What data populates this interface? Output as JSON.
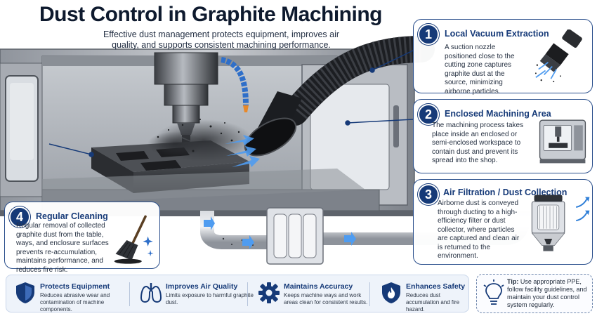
{
  "header": {
    "title": "Dust Control in Graphite Machining",
    "subtitle": "Effective dust management protects equipment, improves air quality, and supports consistent machining performance."
  },
  "cards": [
    {
      "number": "1",
      "title": "Local Vacuum Extraction",
      "text": "A suction nozzle positioned close to the cutting zone captures graphite dust at the source, minimizing airborne particles.",
      "icon": "suction-nozzle-icon"
    },
    {
      "number": "2",
      "title": "Enclosed Machining Area",
      "text": "The machining process takes place inside an enclosed or semi-enclosed workspace to contain dust and prevent its spread into the shop.",
      "icon": "cnc-enclosure-icon"
    },
    {
      "number": "3",
      "title": "Air Filtration / Dust Collection",
      "text": "Airborne dust is conveyed through ducting to a high-efficiency filter or dust collector, where particles are captured and clean air is returned to the environment.",
      "icon": "dust-collector-icon"
    },
    {
      "number": "4",
      "title": "Regular Cleaning",
      "text": "Regular removal of collected graphite dust from the table, ways, and enclosure surfaces prevents re-accumulation, maintains performance, and reduces fire risk.",
      "icon": "broom-icon"
    }
  ],
  "benefits": [
    {
      "title": "Protects Equipment",
      "text": "Reduces abrasive wear and contamination of machine components.",
      "icon": "shield-icon"
    },
    {
      "title": "Improves Air Quality",
      "text": "Limits exposure to harmful graphite dust.",
      "icon": "lungs-icon"
    },
    {
      "title": "Maintains Accuracy",
      "text": "Keeps machine ways and work areas clean for consistent results.",
      "icon": "gear-icon"
    },
    {
      "title": "Enhances Safety",
      "text": "Reduces dust accumulation and fire hazard.",
      "icon": "flame-shield-icon"
    }
  ],
  "tip": {
    "label": "Tip:",
    "text": "Use appropriate PPE, follow facility guidelines, and maintain your dust control system regularly.",
    "icon": "lightbulb-icon"
  },
  "colors": {
    "accent": "#163a78",
    "airflow": "#2f7fd8",
    "machine": "#6b7079",
    "graphite": "#2f3237",
    "duct": "#1c1e22"
  }
}
